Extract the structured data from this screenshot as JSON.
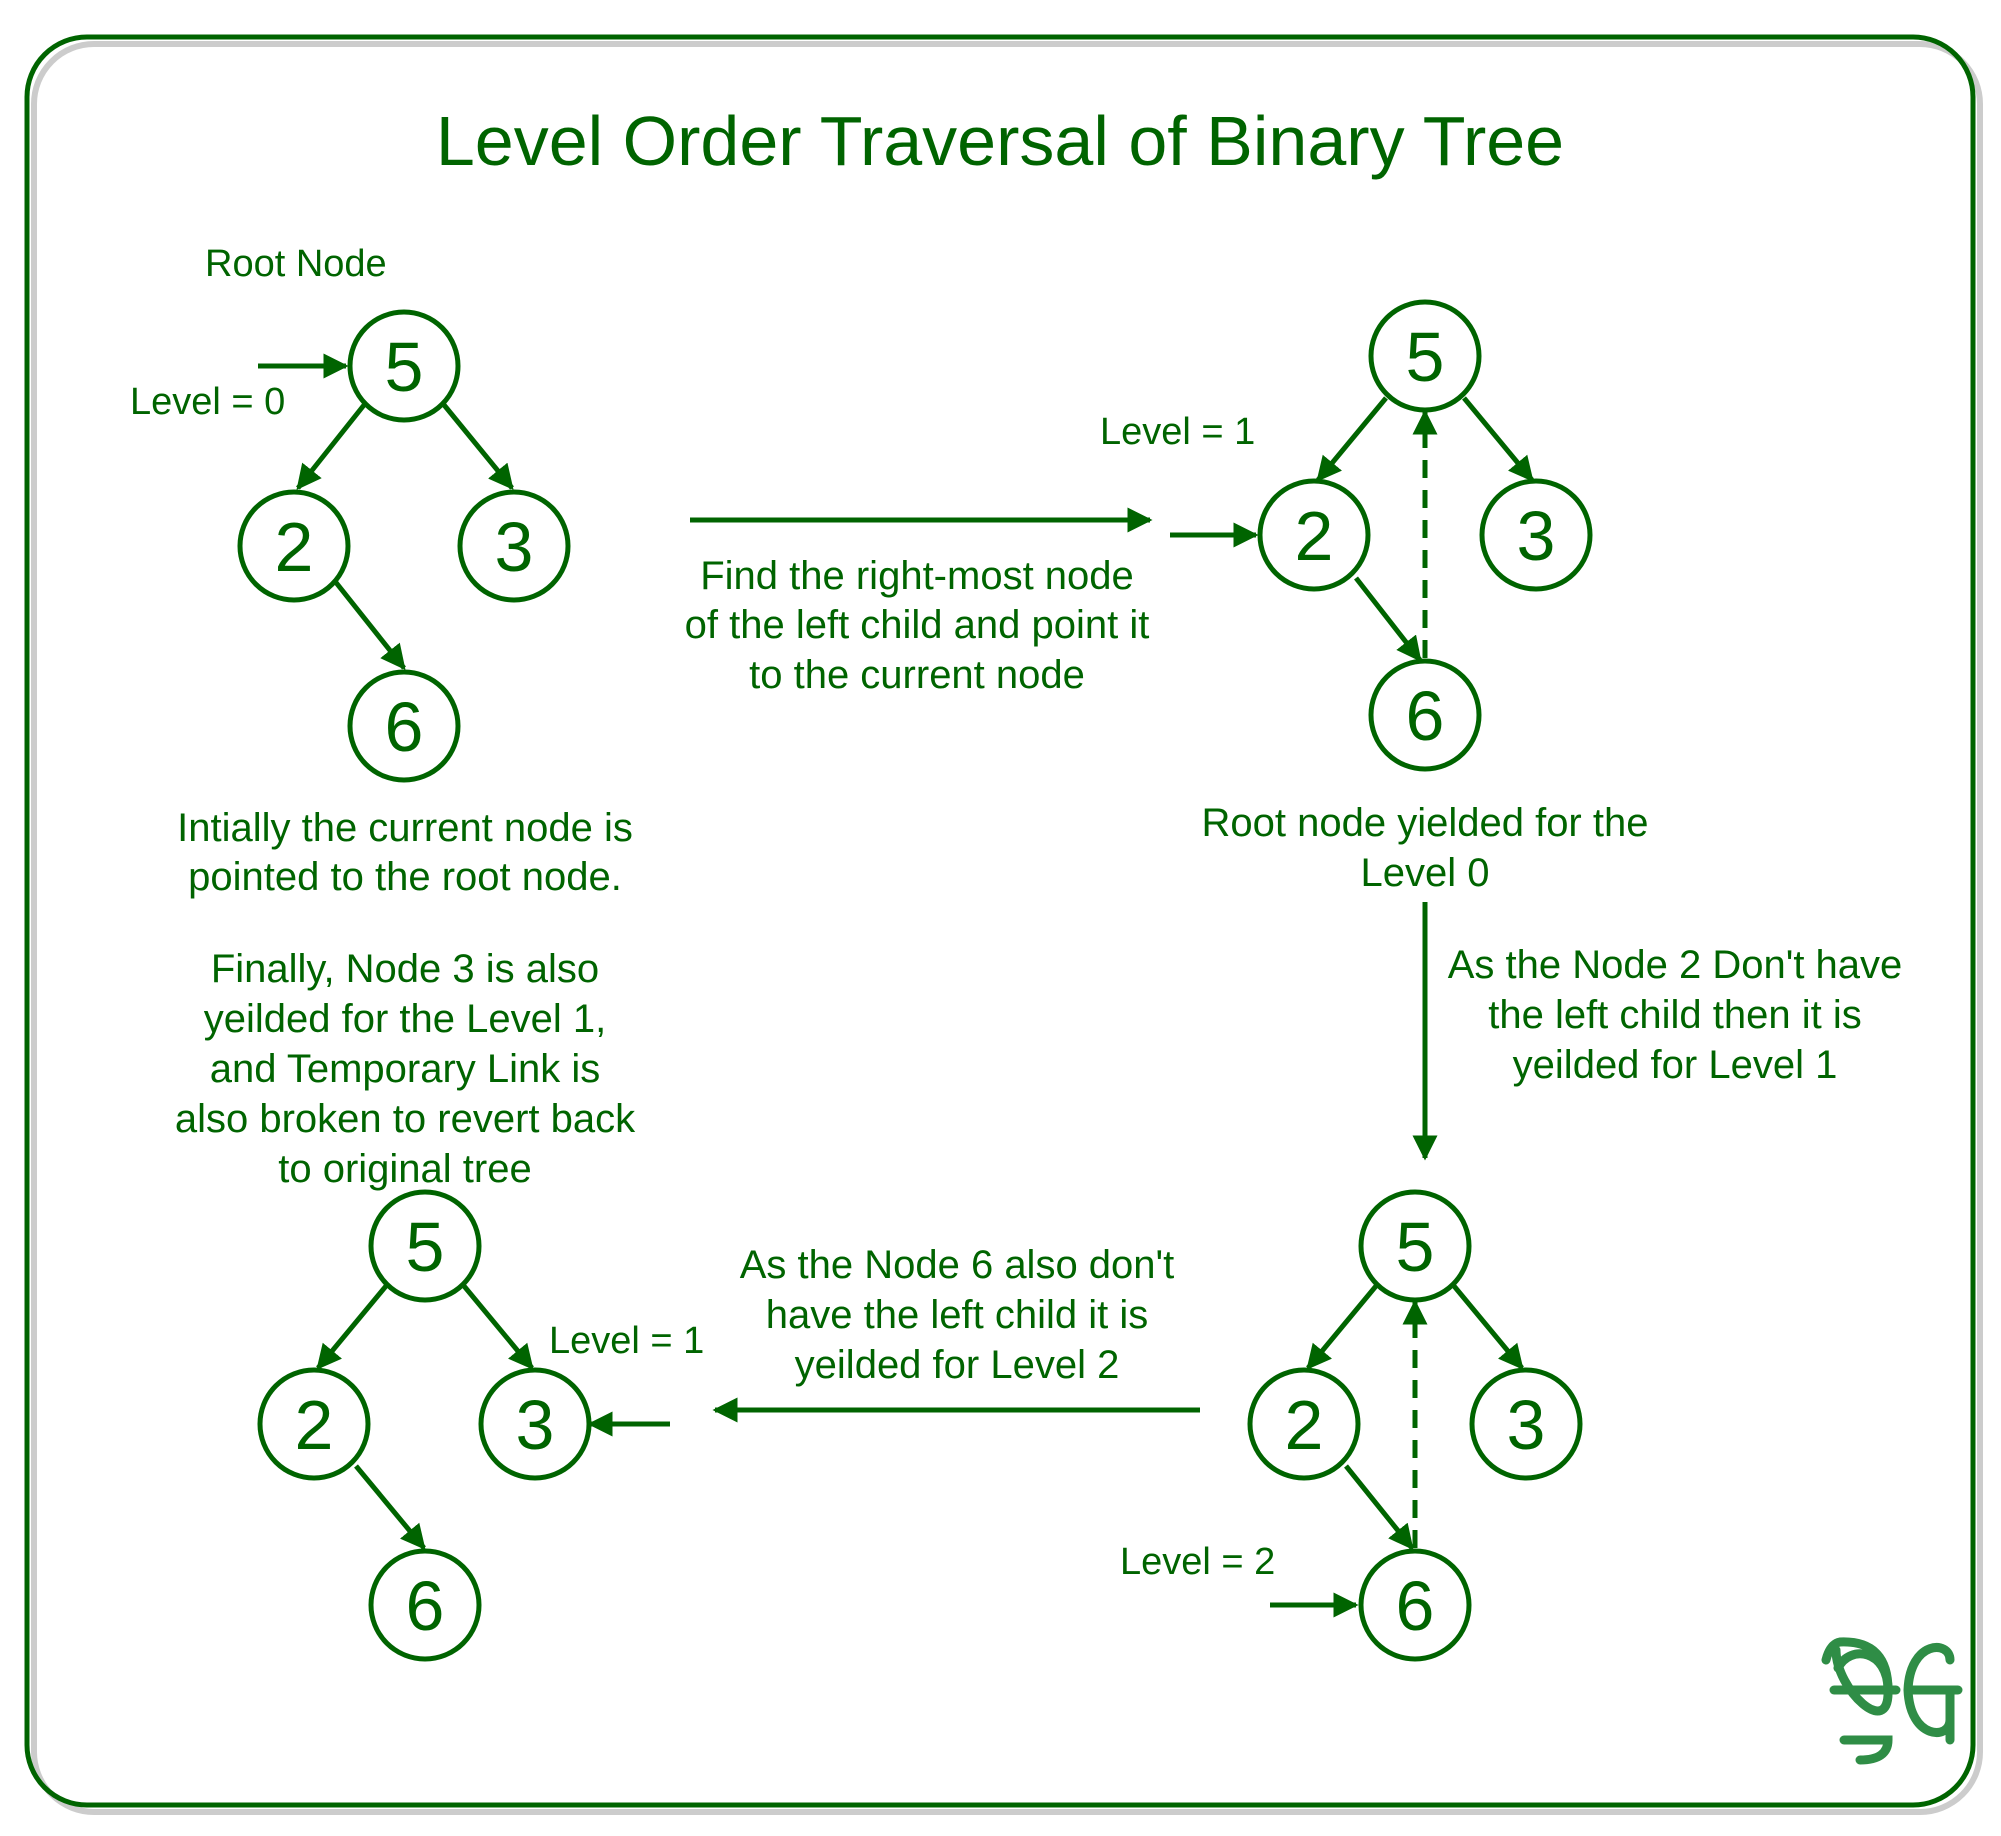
{
  "title": "Level Order Traversal of Binary Tree",
  "labels": {
    "root_node": "Root Node",
    "level_0": "Level = 0",
    "level_1_top": "Level = 1",
    "level_1_bottom": "Level = 1",
    "level_2": "Level = 2"
  },
  "captions": {
    "initial": [
      "Intially the current node is",
      "pointed to the root node."
    ],
    "find_rightmost": [
      "Find the right-most node",
      "of the left child and point it",
      "to the current node"
    ],
    "root_yielded": [
      "Root node yielded for the",
      "Level 0"
    ],
    "node2_yielded": [
      "As the Node 2 Don't have",
      "the left child then it is",
      "yeilded for Level 1"
    ],
    "node6_yielded": [
      "As the Node 6 also don't",
      "have the left child it is",
      "yeilded for Level 2"
    ],
    "finally": [
      "Finally, Node 3 is also",
      "yeilded for the Level 1,",
      "and Temporary Link is",
      "also broken to revert back",
      "to original tree"
    ]
  },
  "trees": [
    {
      "name": "initial",
      "nodes": [
        "5",
        "2",
        "3",
        "6"
      ]
    },
    {
      "name": "find-rightmost",
      "nodes": [
        "5",
        "2",
        "3",
        "6"
      ]
    },
    {
      "name": "final",
      "nodes": [
        "5",
        "2",
        "3",
        "6"
      ]
    },
    {
      "name": "node6",
      "nodes": [
        "5",
        "2",
        "3",
        "6"
      ]
    }
  ],
  "logo": "GfG",
  "colors": {
    "primary": "#006400",
    "logo": "#2f8d46",
    "border_shadow": "#cccccc"
  }
}
